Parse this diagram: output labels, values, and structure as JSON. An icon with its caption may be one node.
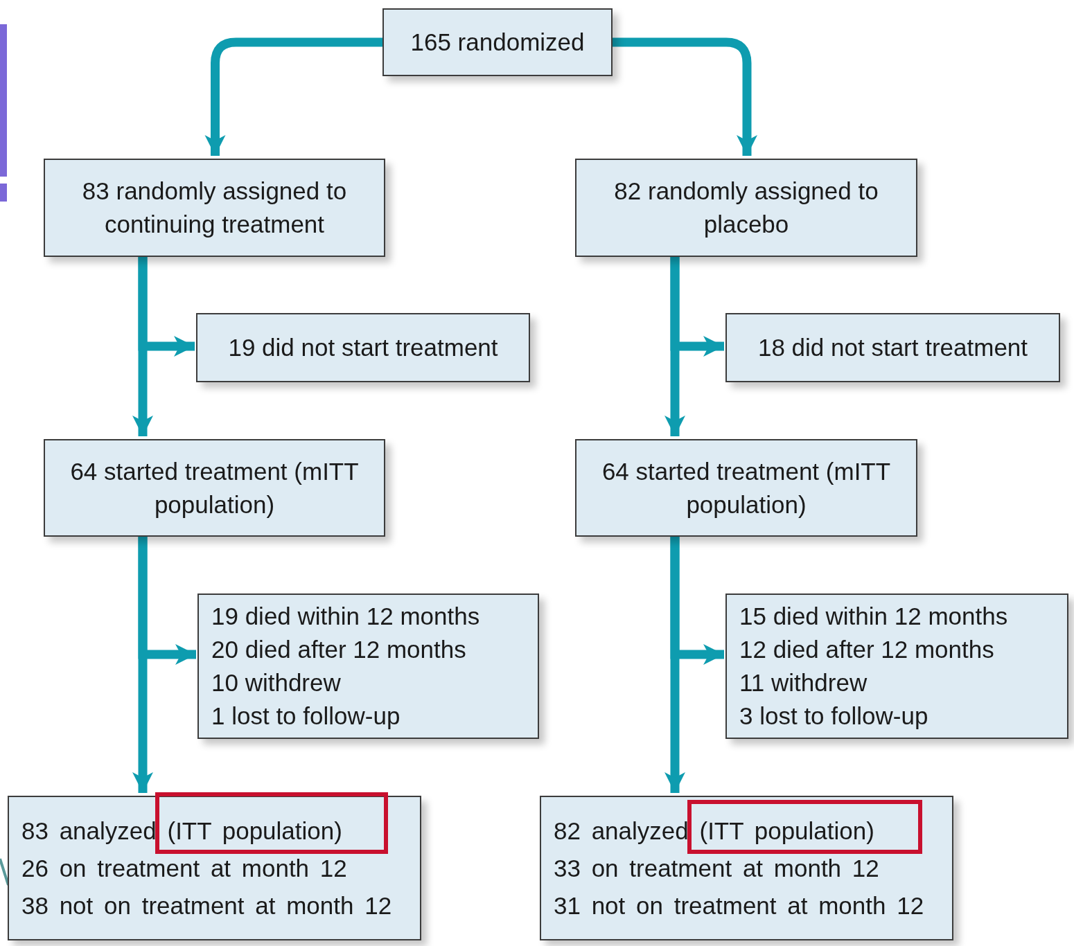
{
  "diagram": {
    "nodes": [
      {
        "text": [
          "165 randomized"
        ]
      },
      {
        "text": [
          "83 randomly assigned to continuing treatment"
        ]
      },
      {
        "text": [
          "82 randomly assigned to placebo"
        ]
      },
      {
        "text": [
          "19 did not start treatment"
        ]
      },
      {
        "text": [
          "18 did not start treatment"
        ]
      },
      {
        "text": [
          "64 started treatment (mITT population)"
        ]
      },
      {
        "text": [
          "64 started treatment (mITT population)"
        ]
      },
      {
        "text": [
          "19 died within 12 months",
          "20 died after 12 months",
          "10 withdrew",
          "1 lost to follow-up"
        ]
      },
      {
        "text": [
          "15 died within 12 months",
          "12 died after 12 months",
          "11 withdrew",
          "3 lost to follow-up"
        ]
      },
      {
        "text": [
          "83 analyzed (ITT population)",
          "26 on treatment at month 12",
          "38 not on treatment at month 12"
        ]
      },
      {
        "text": [
          "82 analyzed (ITT population)",
          "33 on treatment at month 12",
          "31 not on treatment at month 12"
        ]
      }
    ],
    "edges": [
      {
        "from": 0,
        "to": 1,
        "arrow": "to"
      },
      {
        "from": 0,
        "to": 2,
        "arrow": "to"
      },
      {
        "from": 1,
        "to": 5,
        "arrow": "to"
      },
      {
        "from": 1,
        "to": 3,
        "arrow": "to"
      },
      {
        "from": 2,
        "to": 6,
        "arrow": "to"
      },
      {
        "from": 2,
        "to": 4,
        "arrow": "to"
      },
      {
        "from": 5,
        "to": 9,
        "arrow": "to"
      },
      {
        "from": 5,
        "to": 7,
        "arrow": "to"
      },
      {
        "from": 6,
        "to": 10,
        "arrow": "to"
      },
      {
        "from": 6,
        "to": 8,
        "arrow": "to"
      }
    ]
  }
}
